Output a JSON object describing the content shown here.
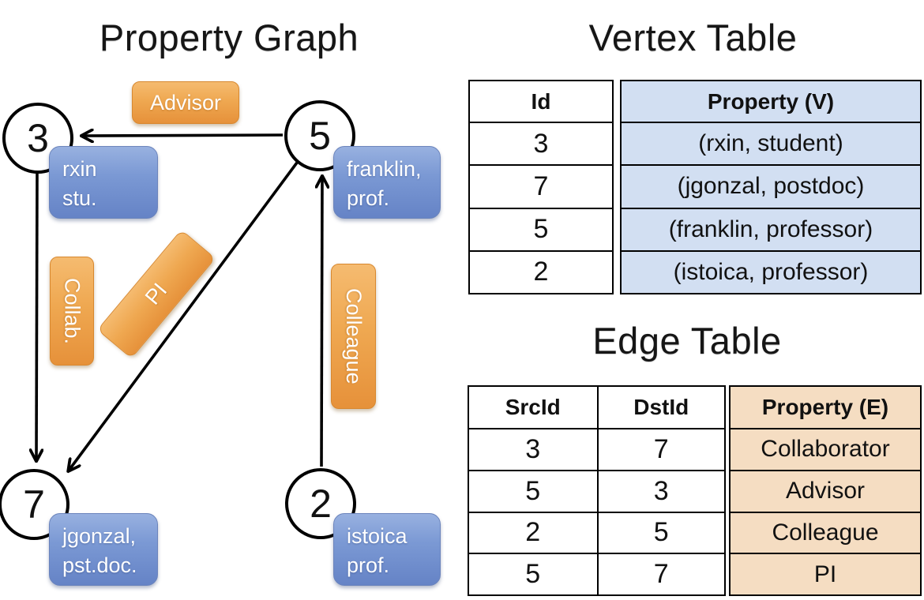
{
  "titles": {
    "graph": "Property Graph",
    "vertex_table": "Vertex Table",
    "edge_table": "Edge Table"
  },
  "graph": {
    "vertices": [
      {
        "id": "3",
        "line1": "rxin",
        "line2": "stu."
      },
      {
        "id": "5",
        "line1": "franklin,",
        "line2": "prof."
      },
      {
        "id": "7",
        "line1": "jgonzal,",
        "line2": "pst.doc."
      },
      {
        "id": "2",
        "line1": "istoica",
        "line2": "prof."
      }
    ],
    "edges": [
      {
        "src": "5",
        "dst": "3",
        "label": "Advisor"
      },
      {
        "src": "3",
        "dst": "7",
        "label": "Collab."
      },
      {
        "src": "5",
        "dst": "7",
        "label": "PI"
      },
      {
        "src": "2",
        "dst": "5",
        "label": "Colleague"
      }
    ],
    "edge_labels": {
      "advisor": "Advisor",
      "collab": "Collab.",
      "pi": "PI",
      "colleague": "Colleague"
    }
  },
  "vertex_table": {
    "columns": {
      "id": "Id",
      "property": "Property (V)"
    },
    "rows": [
      {
        "id": "3",
        "property": "(rxin, student)"
      },
      {
        "id": "7",
        "property": "(jgonzal, postdoc)"
      },
      {
        "id": "5",
        "property": "(franklin, professor)"
      },
      {
        "id": "2",
        "property": "(istoica, professor)"
      }
    ]
  },
  "edge_table": {
    "columns": {
      "src": "SrcId",
      "dst": "DstId",
      "property": "Property (E)"
    },
    "rows": [
      {
        "src": "3",
        "dst": "7",
        "property": "Collaborator"
      },
      {
        "src": "5",
        "dst": "3",
        "property": "Advisor"
      },
      {
        "src": "2",
        "dst": "5",
        "property": "Colleague"
      },
      {
        "src": "5",
        "dst": "7",
        "property": "PI"
      }
    ]
  },
  "colors": {
    "orange_accent": "#EFA851",
    "blue_accent": "#7B99D4",
    "vertex_property_bg": "#D2DFF2",
    "edge_property_bg": "#F5DDC2",
    "line_color": "#000000"
  }
}
